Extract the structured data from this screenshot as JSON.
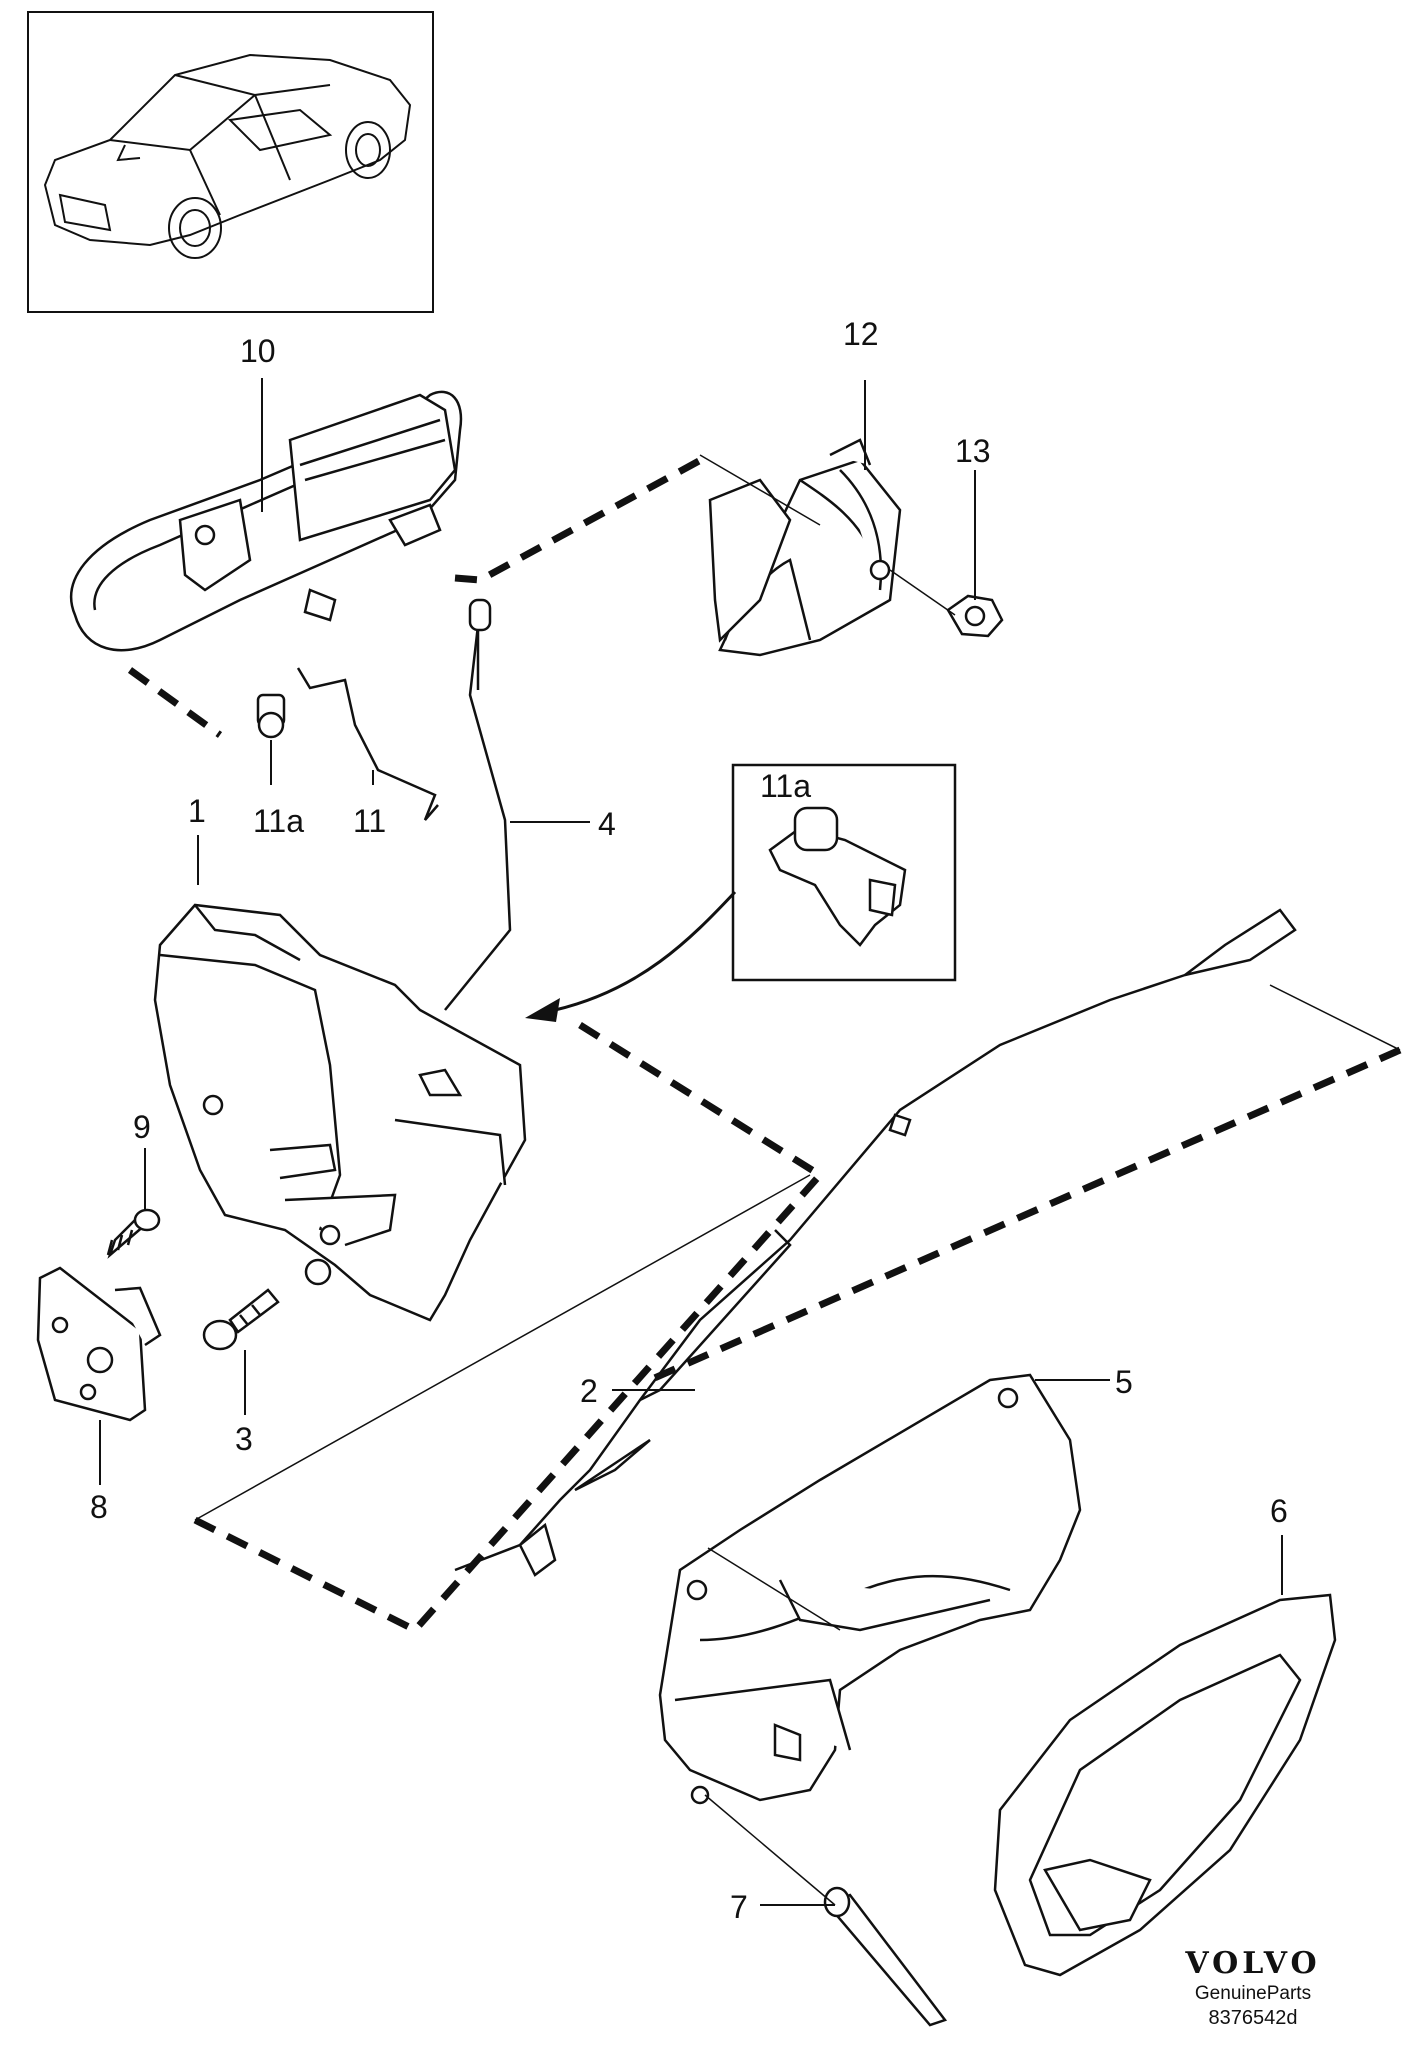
{
  "callouts": {
    "c1": "1",
    "c2": "2",
    "c3": "3",
    "c4": "4",
    "c5": "5",
    "c6": "6",
    "c7": "7",
    "c8": "8",
    "c9": "9",
    "c10": "10",
    "c11": "11",
    "c11a": "11a",
    "c11a_inset": "11a",
    "c12": "12",
    "c13": "13"
  },
  "brand": {
    "logo": "VOLVO",
    "tagline": "GenuineParts",
    "code": "8376542d"
  }
}
